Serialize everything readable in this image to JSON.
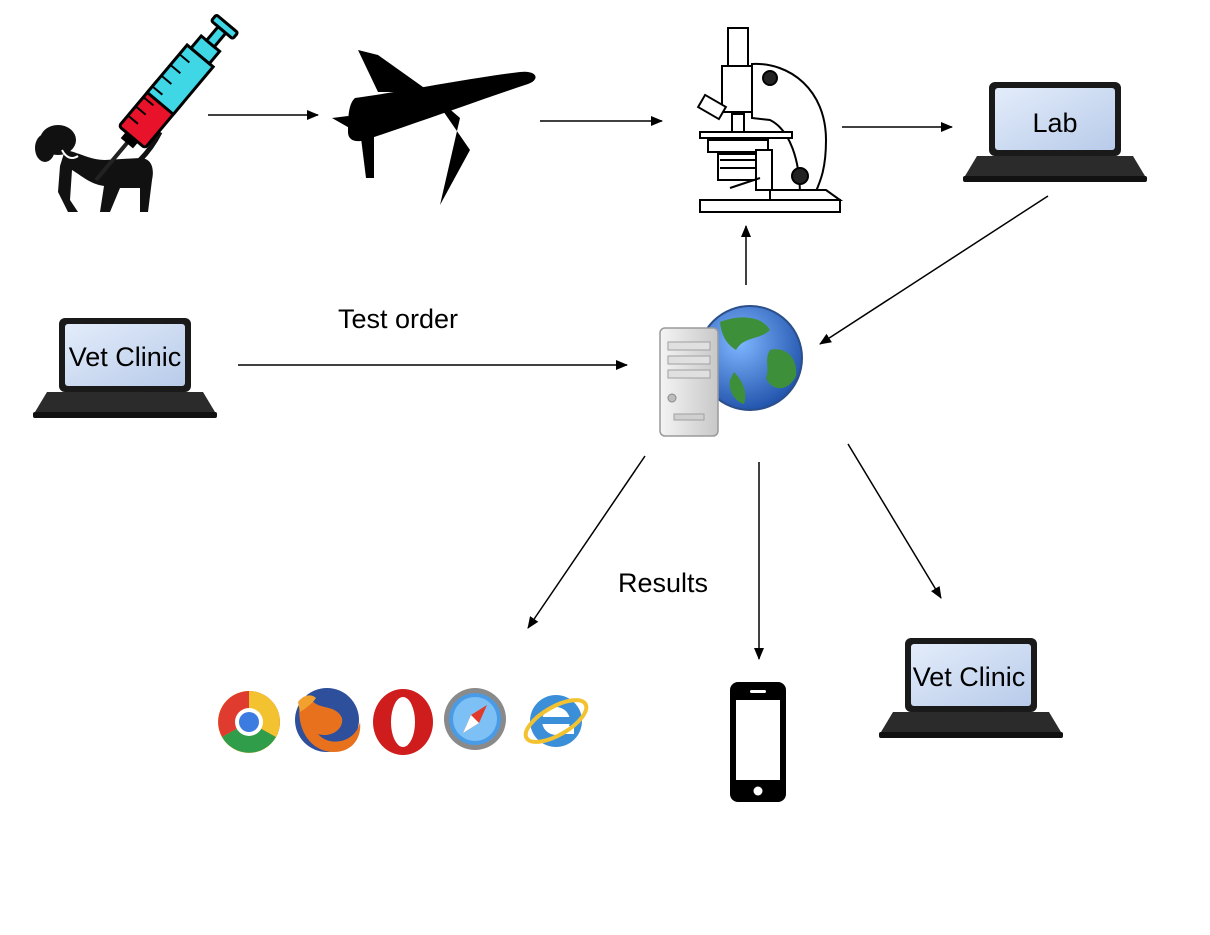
{
  "labels": {
    "test_order": "Test order",
    "results": "Results"
  },
  "laptops": {
    "lab": "Lab",
    "vet_clinic_left": "Vet Clinic",
    "vet_clinic_right": "Vet Clinic"
  },
  "icons": [
    "dog-icon",
    "syringe-icon",
    "airplane-icon",
    "microscope-icon",
    "laptop-icon",
    "server-icon",
    "globe-icon",
    "chrome-icon",
    "firefox-icon",
    "opera-icon",
    "safari-icon",
    "internet-explorer-icon",
    "smartphone-icon"
  ],
  "colors": {
    "syringe_barrel": "#3fd6e6",
    "syringe_blood": "#e8132a",
    "laptop_screen": "#c9d9f2",
    "globe_ocean": "#3a7ad6",
    "globe_land": "#3e8f3a"
  }
}
